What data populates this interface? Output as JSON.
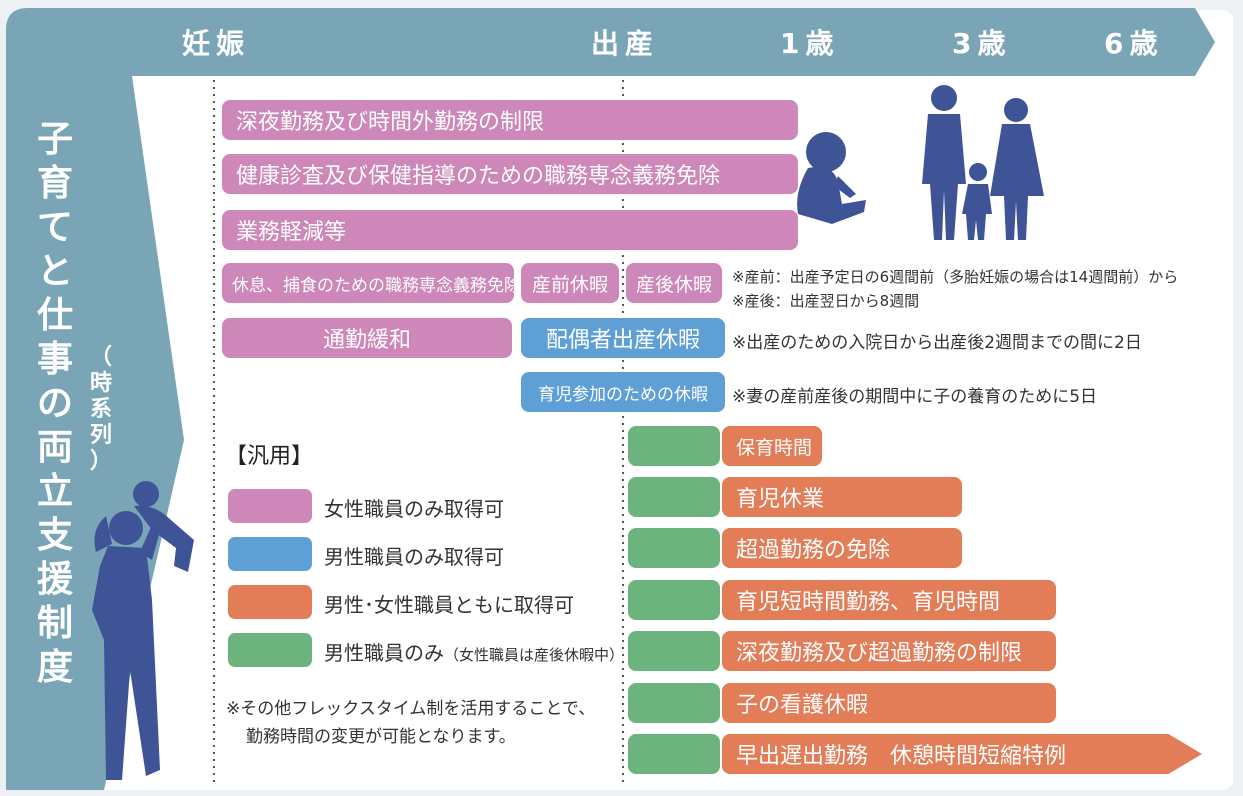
{
  "header": {
    "pregnancy": "妊娠",
    "birth": "出産",
    "age1": "1歳",
    "age3": "3歳",
    "age6": "6歳"
  },
  "title": {
    "chars": [
      "子",
      "育",
      "て",
      "と",
      "仕",
      "事",
      "の",
      "両",
      "立",
      "支",
      "援",
      "制",
      "度"
    ],
    "sub": [
      "（",
      "時",
      "系",
      "列",
      "）"
    ]
  },
  "bars": {
    "late_night": "深夜勤務及び時間外勤務の制限",
    "health_check": "健康診査及び保健指導のための職務専念義務免除",
    "workload": "業務軽減等",
    "rest_meal": "休息、捕食のための職務専念義務免除",
    "prenatal": "産前休暇",
    "postnatal": "産後休暇",
    "commute": "通勤緩和",
    "spouse_birth": "配偶者出産休暇",
    "childcare_participation": "育児参加のための休暇",
    "nursing_time": "保育時間",
    "childcare_leave": "育児休業",
    "overtime_exempt": "超過勤務の免除",
    "short_hours": "育児短時間勤務、育児時間",
    "night_overtime_limit": "深夜勤務及び超過勤務の制限",
    "sick_child": "子の看護休暇",
    "early_late": "早出遅出勤務　休憩時間短縮特例"
  },
  "notes": {
    "prenatal_note": "※産前：出産予定日の6週間前（多胎妊娠の場合は14週間前）から",
    "postnatal_note": "※産後：出産翌日から8週間",
    "spouse_note": "※出産のための入院日から出産後2週間までの間に2日",
    "participation_note": "※妻の産前産後の期間中に子の養育のために5日"
  },
  "legend": {
    "title": "【汎用】",
    "female_only": "女性職員のみ取得可",
    "male_only": "男性職員のみ取得可",
    "both": "男性･女性職員ともに取得可",
    "male_only_period": "男性職員のみ",
    "male_only_period_note": "（女性職員は産後休暇中）"
  },
  "footnote": {
    "line1": "※その他フレックスタイム制を活用することで、",
    "line2": "勤務時間の変更が可能となります。"
  },
  "colors": {
    "frame": "#7aa5b6",
    "female": "#cd87b8",
    "male": "#5e9fd6",
    "both": "#e27d58",
    "male_period": "#6cb37e",
    "silhouette": "#3e5497"
  }
}
